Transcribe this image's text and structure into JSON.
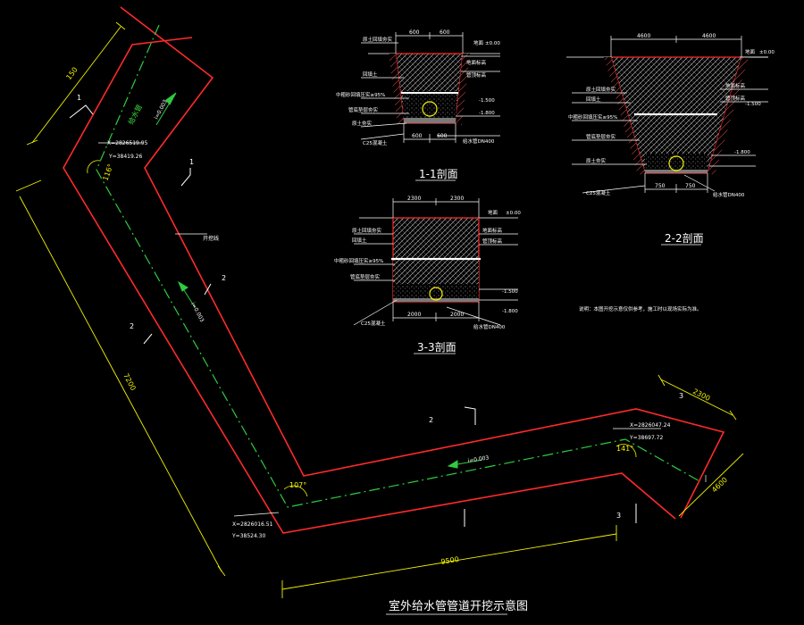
{
  "drawing": {
    "main_title": "室外给水管管道开挖示意图",
    "note": "说明：本图开挖示意仅供参考，施工时以现场实际为准。"
  },
  "plan": {
    "angle_top": "116°",
    "angle_bottom": "107°",
    "angle_right": "141°",
    "dim_top": "150",
    "dim_left": "7200",
    "dim_bottom": "9500",
    "dim_right_top": "2300",
    "dim_right_side": "4600",
    "coord_top_x": "X=2826519.95",
    "coord_top_y": "Y=38419.26",
    "coord_bottom_x": "X=2826016.51",
    "coord_bottom_y": "Y=38524.30",
    "coord_right_x": "X=2826047.24",
    "coord_right_y": "Y=38697.72",
    "pipe_label": "给水管",
    "slope_top": "i=0.003",
    "slope_mid": "i=0.003",
    "slope_bottom": "i=0.003",
    "boundary_label": "开挖线",
    "sec_marks": [
      "1",
      "1",
      "2",
      "2",
      "2",
      "3",
      "3"
    ]
  },
  "sections": {
    "s11": {
      "title": "1-1剖面",
      "dim_top_left": "600",
      "dim_top_right": "600",
      "dim_bot_left": "600",
      "dim_bot_right": "600",
      "elev_top": "±0.00",
      "elev_mid": "-1.500",
      "elev_bot": "-1.800",
      "labels_left": [
        "原土回填夯实",
        "回填土",
        "中粗砂回填压实≥95%",
        "管底垫层夯实",
        "原土夯实",
        "C25混凝土"
      ],
      "labels_right": [
        "地面",
        "地面标高",
        "管顶标高",
        "给水管DN400"
      ]
    },
    "s22": {
      "title": "2-2剖面",
      "dim_top_left": "4600",
      "dim_top_right": "4600",
      "dim_bot_left": "750",
      "dim_bot_right": "750",
      "elev_top": "±0.00",
      "elev_mid": "-1.500",
      "elev_bot": "-1.800",
      "labels_left": [
        "原土回填夯实",
        "回填土",
        "中粗砂回填压实≥95%",
        "管底垫层夯实",
        "原土夯实",
        "C25混凝土"
      ],
      "labels_right": [
        "地面",
        "地面标高",
        "管顶标高",
        "给水管DN400"
      ]
    },
    "s33": {
      "title": "3-3剖面",
      "dim_top_left": "2300",
      "dim_top_right": "2300",
      "dim_bot_left": "2000",
      "dim_bot_right": "2000",
      "elev_top": "±0.00",
      "elev_mid": "-1.500",
      "elev_bot": "-1.800",
      "labels_left": [
        "原土回填夯实",
        "回填土",
        "中粗砂回填压实≥95%",
        "管底垫层夯实",
        "C25混凝土"
      ],
      "labels_right": [
        "地面",
        "地面标高",
        "管顶标高",
        "给水管DN400"
      ]
    }
  },
  "colors": {
    "trench": "#ff2a2a",
    "centerline": "#2ecc40",
    "dimension": "#f2f200",
    "text": "#ffffff",
    "pipe": "#f2f200"
  }
}
